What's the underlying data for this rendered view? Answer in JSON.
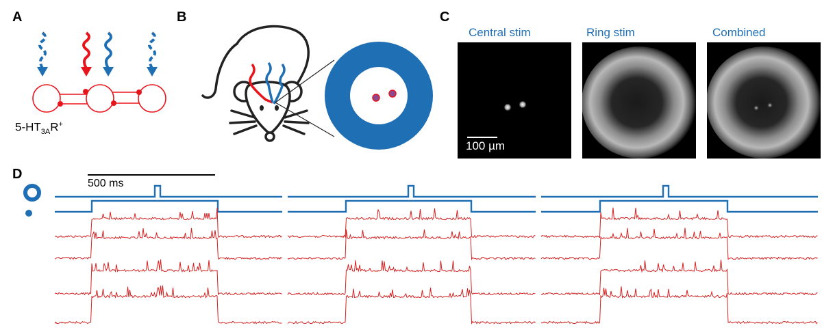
{
  "panels": {
    "a": {
      "label": "A",
      "receptor_base": "5-HT",
      "receptor_sub": "3A",
      "receptor_r": "R",
      "receptor_sup": "+"
    },
    "b": {
      "label": "B"
    },
    "c": {
      "label": "C",
      "images": [
        {
          "title": "Central stim"
        },
        {
          "title": "Ring stim"
        },
        {
          "title": "Combined"
        }
      ],
      "scale_bar": "100 µm"
    },
    "d": {
      "label": "D",
      "scale_bar": "500 ms"
    }
  },
  "colors": {
    "blue": "#1f6fb5",
    "red": "#e8141c",
    "trace_red": "#d42020"
  }
}
